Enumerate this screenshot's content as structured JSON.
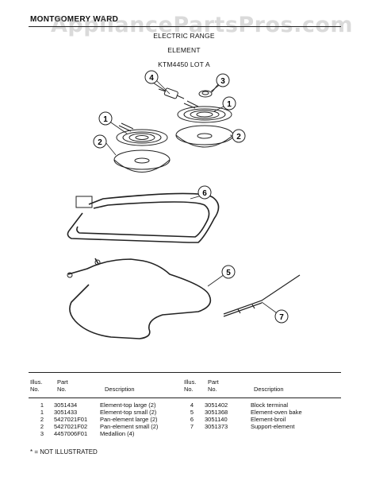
{
  "header": {
    "brand": "MONTGOMERY WARD",
    "watermark": "AppliancePartsPros.com",
    "lines": [
      "ELECTRIC RANGE",
      "ELEMENT",
      "KTM4450 LOT A"
    ]
  },
  "callouts": [
    "1",
    "2",
    "3",
    "4",
    "1",
    "2",
    "5",
    "6",
    "7"
  ],
  "table": {
    "headers": {
      "illus_no_1": "Illus.",
      "illus_no_2": "No.",
      "part_no_1": "Part",
      "part_no_2": "No.",
      "description": "Description"
    },
    "left_rows": [
      {
        "illus": "1",
        "part": "3051434",
        "desc": "Element-top large (2)"
      },
      {
        "illus": "1",
        "part": "3051433",
        "desc": "Element-top small (2)"
      },
      {
        "illus": "2",
        "part": "5427021F01",
        "desc": "Pan-element large (2)"
      },
      {
        "illus": "2",
        "part": "5427021F02",
        "desc": "Pan-element small (2)"
      },
      {
        "illus": "3",
        "part": "4457006F01",
        "desc": "Medallion (4)"
      }
    ],
    "right_rows": [
      {
        "illus": "4",
        "part": "3051402",
        "desc": "Block terminal"
      },
      {
        "illus": "5",
        "part": "3051368",
        "desc": "Element-oven bake"
      },
      {
        "illus": "6",
        "part": "3051140",
        "desc": "Element-broil"
      },
      {
        "illus": "7",
        "part": "3051373",
        "desc": "Support-element"
      }
    ]
  },
  "footnote": "* = NOT ILLUSTRATED"
}
